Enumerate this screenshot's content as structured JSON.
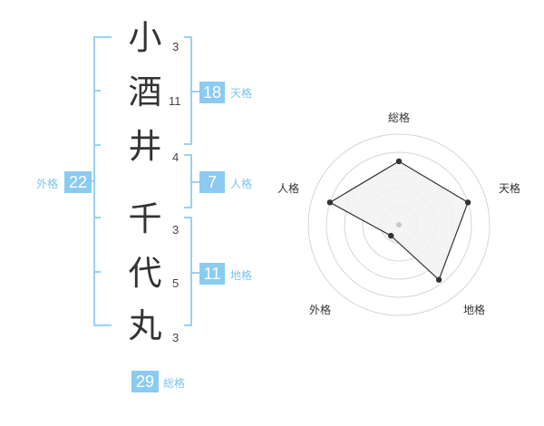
{
  "characters": [
    {
      "char": "小",
      "strokes": "3"
    },
    {
      "char": "酒",
      "strokes": "11"
    },
    {
      "char": "井",
      "strokes": "4"
    },
    {
      "char": "千",
      "strokes": "3"
    },
    {
      "char": "代",
      "strokes": "5"
    },
    {
      "char": "丸",
      "strokes": "3"
    }
  ],
  "scores": {
    "tenkaku": {
      "label": "天格",
      "value": "18"
    },
    "jinkaku": {
      "label": "人格",
      "value": "7"
    },
    "chikaku": {
      "label": "地格",
      "value": "11"
    },
    "gaikaku": {
      "label": "外格",
      "value": "22"
    },
    "soukaku": {
      "label": "総格",
      "value": "29"
    }
  },
  "radar": {
    "axes": [
      "総格",
      "天格",
      "地格",
      "外格",
      "人格"
    ],
    "values": [
      0.7,
      0.8,
      0.75,
      0.15,
      0.8
    ],
    "rings": 5
  },
  "colors": {
    "accent": "#8bcbf1",
    "bracket": "#9ad1f2",
    "label": "#7cc4ee",
    "radar_fill": "#f2f2f2",
    "radar_line": "#333333"
  }
}
